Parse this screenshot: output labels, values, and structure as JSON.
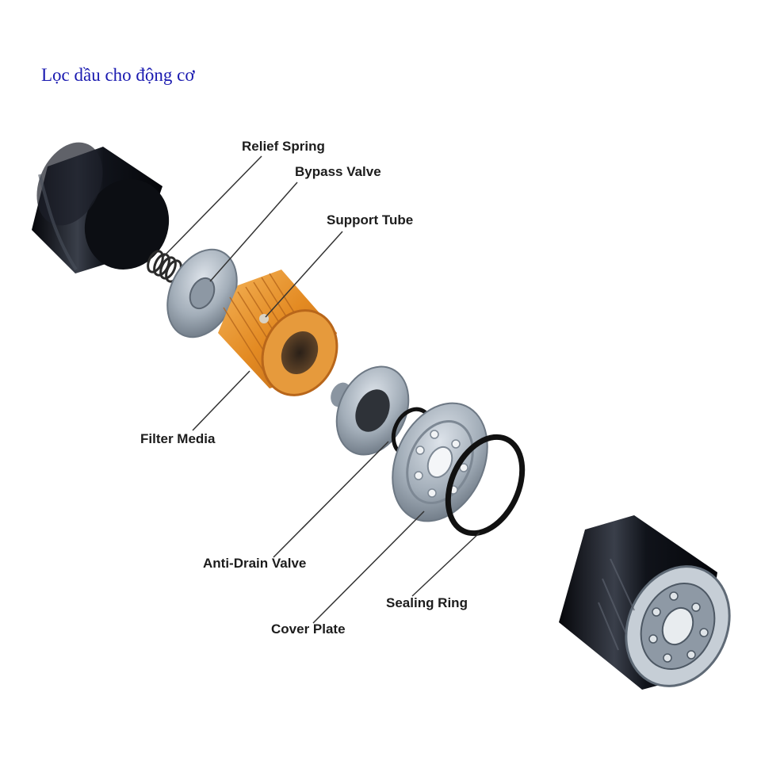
{
  "title": "Lọc dầu cho động cơ",
  "labels": {
    "relief_spring": "Relief Spring",
    "bypass_valve": "Bypass Valve",
    "support_tube": "Support Tube",
    "filter_media": "Filter Media",
    "anti_drain_valve": "Anti-Drain Valve",
    "sealing_ring": "Sealing Ring",
    "cover_plate": "Cover Plate"
  },
  "colors": {
    "title": "#1a1ab0",
    "canister": "#14161c",
    "filter_media": "#e8962e",
    "metal": "#9aa6b2",
    "seal": "#111111"
  }
}
